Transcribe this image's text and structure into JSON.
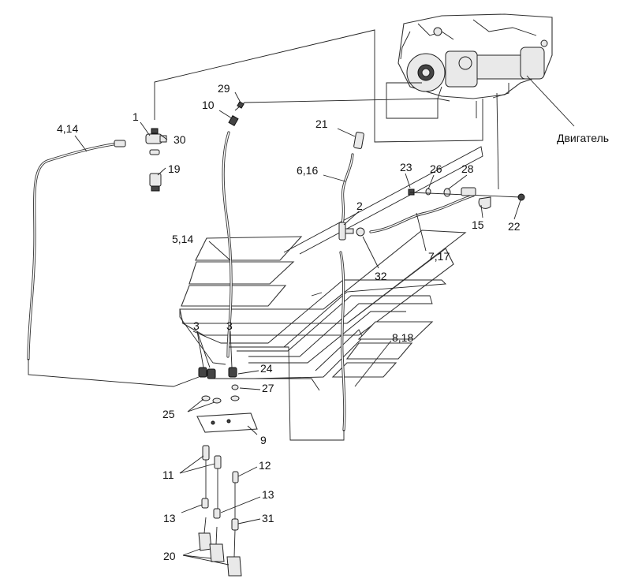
{
  "callouts": {
    "c1": "1",
    "c2": "2",
    "c3a": "3",
    "c3b": "3",
    "c4_14": "4,14",
    "c5_14": "5,14",
    "c6_16": "6,16",
    "c7_17": "7,17",
    "c8_18": "8,18",
    "c9": "9",
    "c10": "10",
    "c11": "11",
    "c12": "12",
    "c13a": "13",
    "c13b": "13",
    "c15": "15",
    "c19": "19",
    "c20": "20",
    "c21": "21",
    "c22": "22",
    "c23": "23",
    "c24": "24",
    "c25": "25",
    "c26": "26",
    "c27": "27",
    "c28": "28",
    "c29": "29",
    "c30": "30",
    "c31": "31",
    "c32": "32"
  },
  "engine_label": "Двигатель"
}
